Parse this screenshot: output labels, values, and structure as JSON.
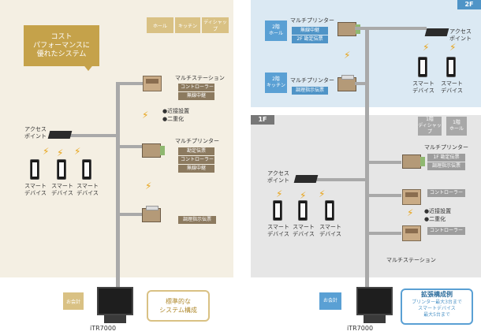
{
  "left": {
    "locations": [
      "ホール",
      "キッチン",
      "ディシャップ"
    ],
    "callout": [
      "コスト",
      "パフォーマンスに",
      "優れたシステム"
    ],
    "multistation": {
      "title": "マルチステーション",
      "tags": [
        "コントローラー",
        "無線中継"
      ]
    },
    "mid_notes": [
      "●近接設置",
      "●二重化"
    ],
    "multiprinter": {
      "title": "マルチプリンター",
      "tags": [
        "勘定伝票",
        "コントローラー",
        "無線中継"
      ]
    },
    "cook_slip": "調理指示伝票",
    "ap_label": [
      "アクセス",
      "ポイント"
    ],
    "phone_label": [
      "スマート",
      "デバイス"
    ],
    "checkout": "お会計",
    "terminal": "iTR7000",
    "summary": [
      "標準的な",
      "システム構成"
    ]
  },
  "right": {
    "floor2": "2F",
    "floor1": "1F",
    "loc_2f_hall": [
      "2階",
      "ホール"
    ],
    "loc_2f_kitchen": [
      "2階",
      "キッチン"
    ],
    "printer_2f_a": {
      "title": "マルチプリンター",
      "tags": [
        "無線中継",
        "2F 勘定伝票"
      ]
    },
    "printer_2f_b": {
      "title": "マルチプリンター",
      "tags": [
        "調理指示伝票"
      ]
    },
    "ap_label": [
      "アクセス",
      "ポイント"
    ],
    "phone_label": [
      "スマート",
      "デバイス"
    ],
    "loc_1f_dishup": [
      "1階",
      "ディシャップ"
    ],
    "loc_1f_hall": [
      "1階",
      "ホール"
    ],
    "printer_1f": {
      "title": "マルチプリンター",
      "tags": [
        "1F 勘定伝票",
        "調理指示伝票"
      ]
    },
    "controller_tag": "コントローラー",
    "mid_notes": [
      "●近接設置",
      "●二重化"
    ],
    "station_1f_title": "マルチステーション",
    "checkout": "お会計",
    "terminal": "iTR7000",
    "summary_title": "拡張構成例",
    "summary_lines": [
      "プリンター最大3台まで",
      "スマートデバイス",
      "最大5台まで"
    ]
  },
  "colors": {
    "gold": "#d9c184",
    "blue": "#5aa0d4",
    "brown": "#8c7a5f",
    "gray": "#9d9d9d",
    "bolt": "#e8a317"
  }
}
